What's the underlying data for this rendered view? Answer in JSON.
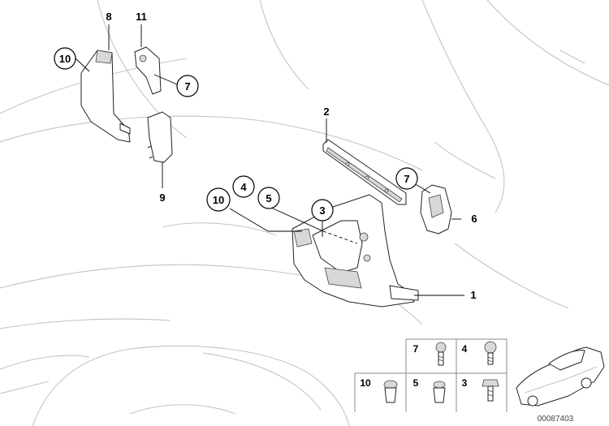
{
  "callouts": {
    "c10_left": "10",
    "c8": "8",
    "c11": "11",
    "c7_top": "7",
    "c9": "9",
    "c2": "2",
    "c7_right": "7",
    "c6": "6",
    "c4": "4",
    "c5": "5",
    "c10_mid": "10",
    "c3": "3",
    "c1": "1"
  },
  "legend": {
    "r1_left_num": "7",
    "r1_right_num": "4",
    "r2_left_num": "10",
    "r2_mid_num": "5",
    "r2_right_num": "3"
  },
  "diagram_id": "00087403",
  "colors": {
    "background": "#ffffff",
    "car_outline": "#c4c4c4",
    "part_outline": "#222222",
    "callout": "#000000"
  }
}
